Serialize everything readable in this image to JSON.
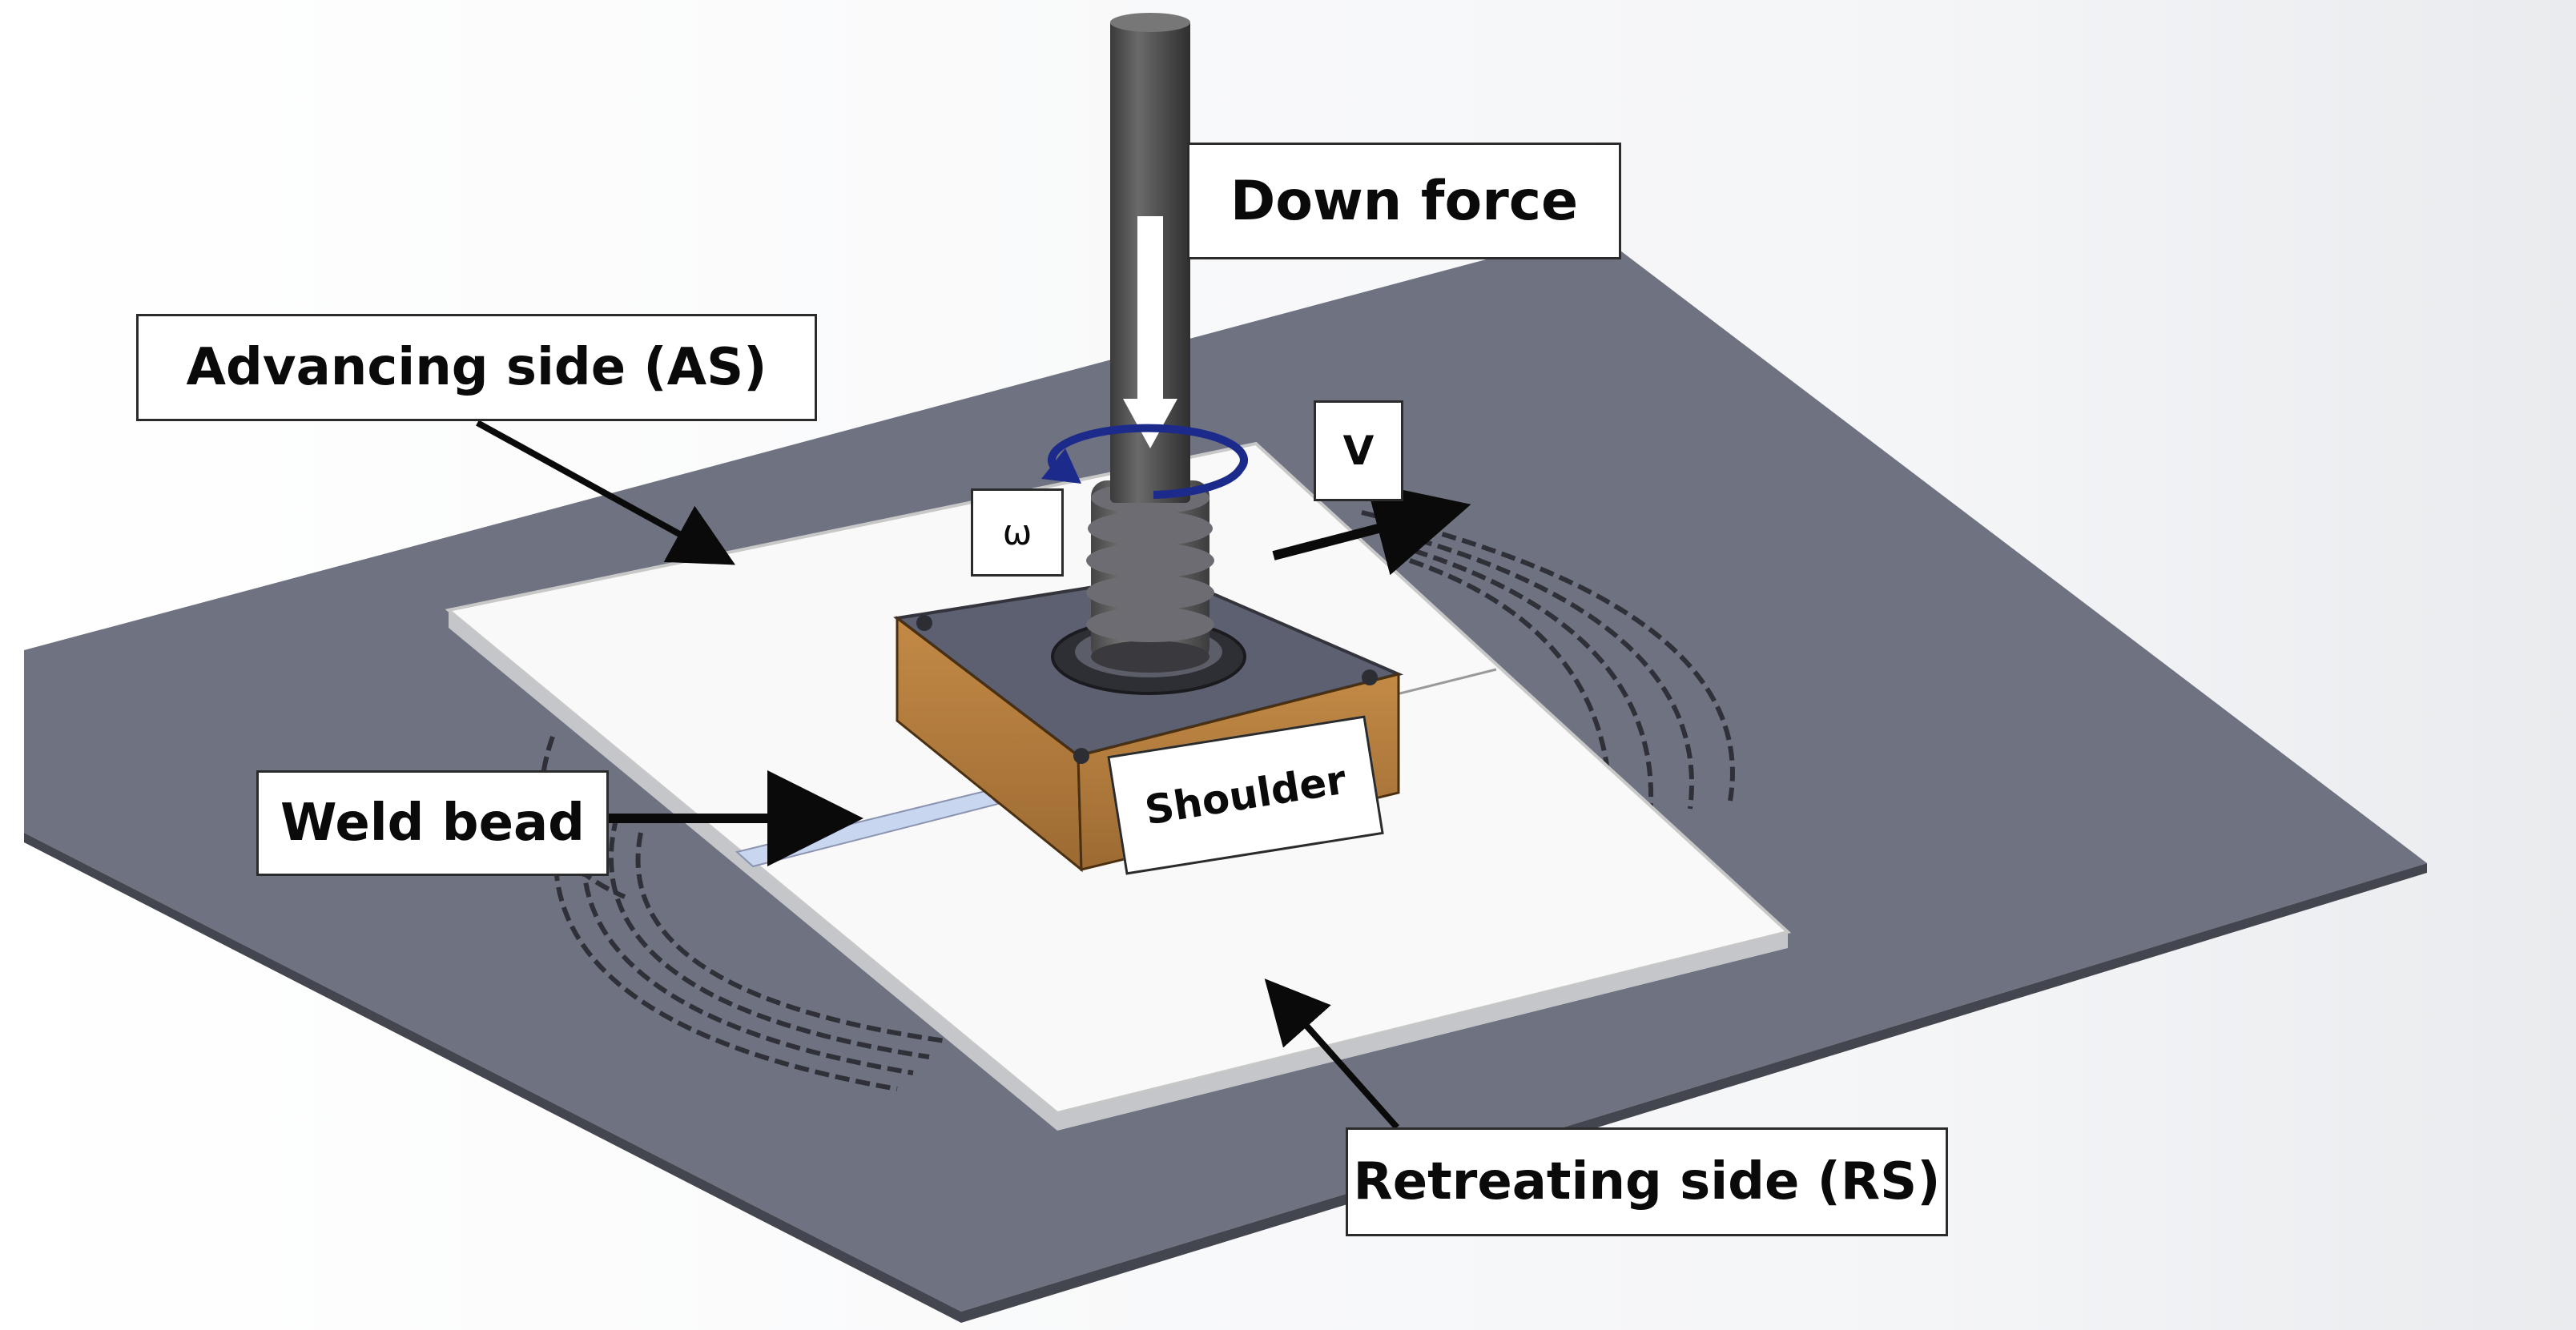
{
  "labels": {
    "down_force": "Down force",
    "advancing_side": "Advancing side (AS)",
    "velocity": "V",
    "rotation": "ω",
    "weld_bead": "Weld bead",
    "shoulder": "Shoulder",
    "retreating_side": "Retreating side (RS)"
  },
  "colors": {
    "base_plate": "#6f7280",
    "work_plate": "#f9f9f9",
    "tool_shank": "#4c4c4c",
    "shoulder_side": "#b37a3a",
    "rotation_arrow": "#1c2a8c",
    "weld_bead": "#c9d6ef"
  }
}
